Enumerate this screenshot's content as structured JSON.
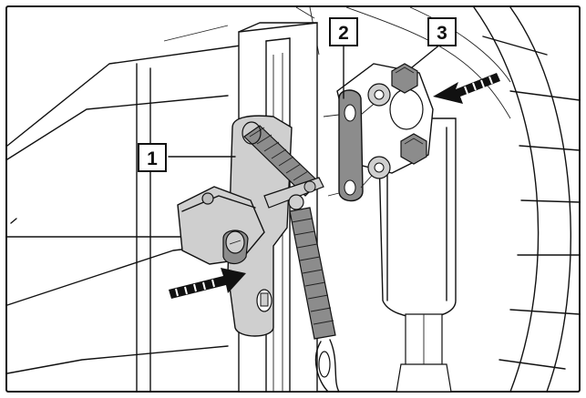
{
  "figure": {
    "frame_color": "#111111",
    "background": "#ffffff",
    "part_fill": "#cfcfcf",
    "part_fill_dark": "#8c8c8c"
  },
  "callouts": [
    {
      "label": "1"
    },
    {
      "label": "2"
    },
    {
      "label": "3"
    }
  ],
  "arrows": [
    {
      "name": "lower-left-arrow",
      "direction": "right"
    },
    {
      "name": "upper-right-arrow",
      "direction": "left"
    }
  ]
}
